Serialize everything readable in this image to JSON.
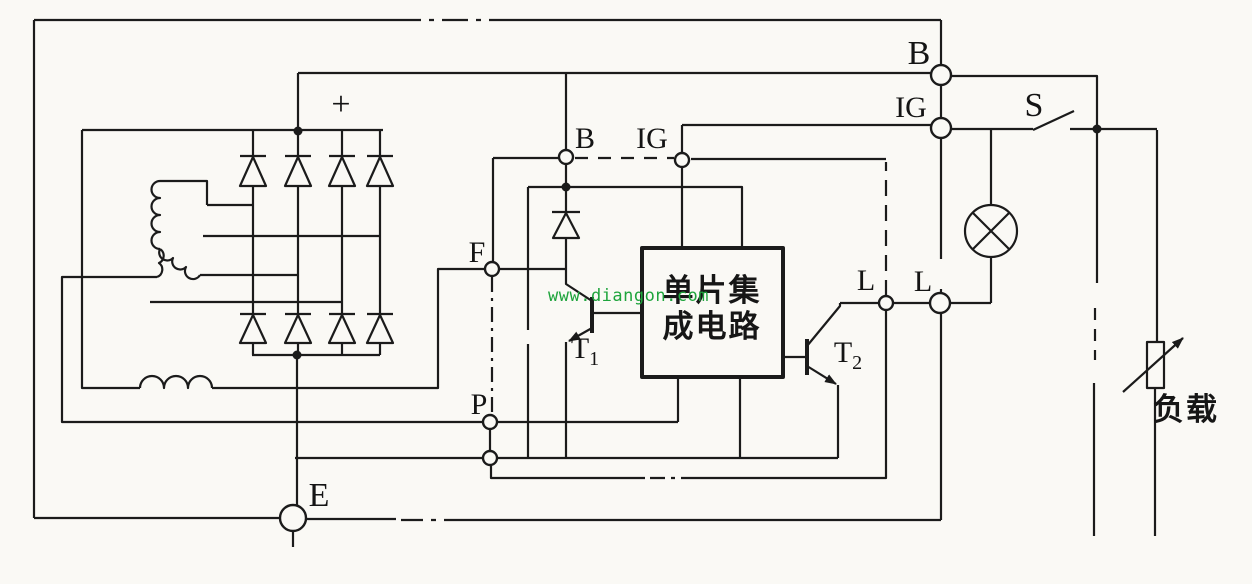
{
  "diagram": {
    "type": "schematic",
    "subject": "alternator-with-ic-voltage-regulator",
    "colors": {
      "ink": "#1b1b1b",
      "background": "#faf9f5",
      "watermark_green": "#1ea43c"
    },
    "watermark": {
      "text": "www.diangon.com"
    },
    "labels": {
      "plus": "+",
      "b_inner": "B",
      "ig_inner": "IG",
      "b_outer": "B",
      "ig_outer": "IG",
      "switch_s": "S",
      "f": "F",
      "p": "P",
      "e": "E",
      "l_inner": "L",
      "l_outer": "L",
      "t1_main": "T",
      "t1_sub": "1",
      "t2_main": "T",
      "t2_sub": "2",
      "ic_line1": "单片集",
      "ic_line2": "成电路",
      "load": "负载"
    }
  }
}
